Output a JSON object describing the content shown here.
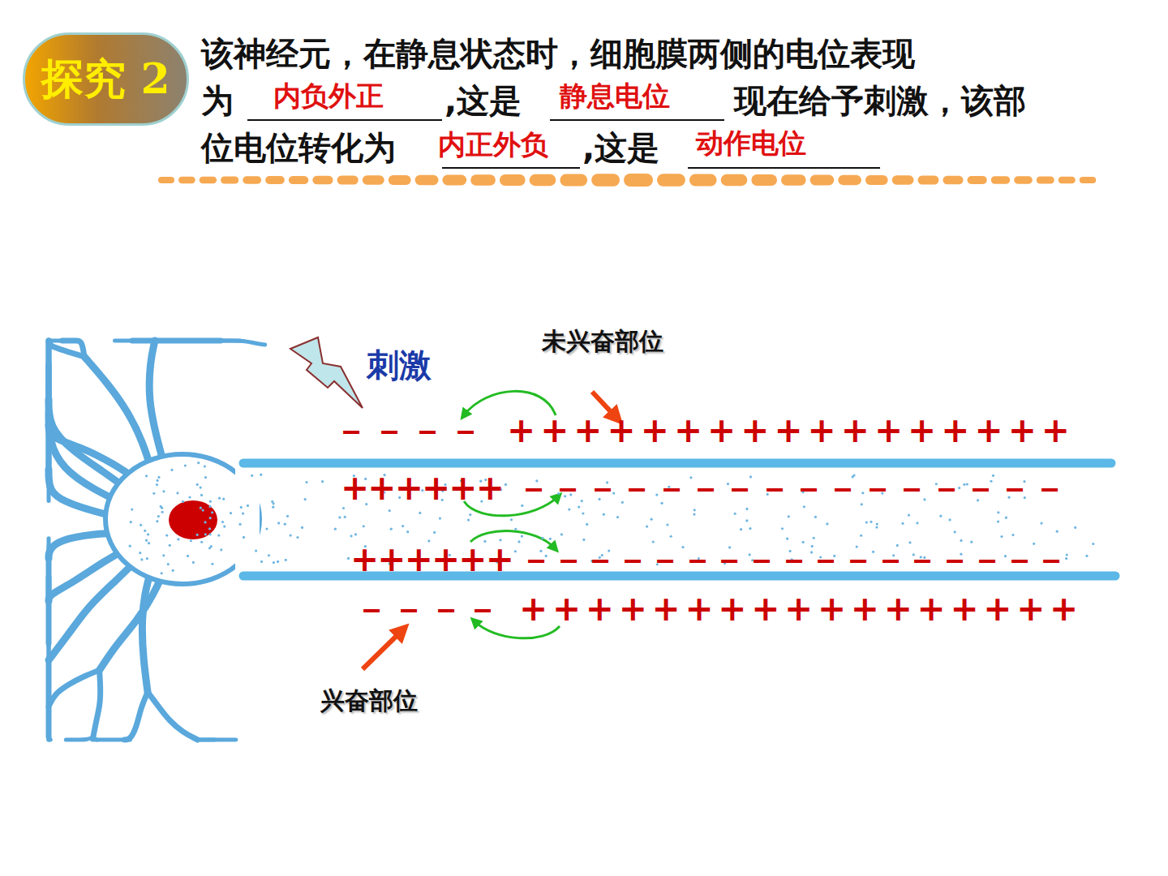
{
  "diagram": {
    "nodes": [
      {
        "text": [
          "探究 2"
        ]
      }
    ],
    "labels": [
      "该神经元，在静息状态时，细胞膜两侧的电位表现",
      "为",
      ",这是",
      "现在给予刺激，该部",
      "位电位转化为",
      ",这是",
      "内负外正",
      "静息电位",
      "内正外负",
      "动作电位",
      "刺激",
      "未兴奋部位",
      "－－－－",
      "+++++++++++++++++",
      "++++++",
      "－－－－－－－－－－－－－－－－",
      "++++++",
      "－－－－－－－－－－－－－－－－－",
      "－－－－",
      "+++++++++++++++++",
      "兴奋部位"
    ]
  }
}
